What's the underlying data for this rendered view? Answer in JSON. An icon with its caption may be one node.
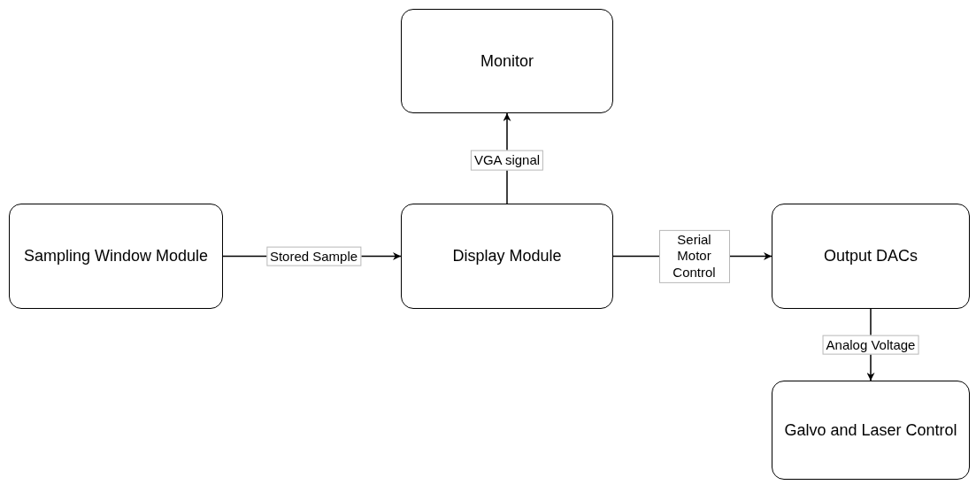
{
  "diagram": {
    "nodes": [
      {
        "text": [
          "Monitor"
        ]
      },
      {
        "text": [
          "Sampling Window Module"
        ]
      },
      {
        "text": [
          "Display Module"
        ]
      },
      {
        "text": [
          "Output DACs"
        ]
      },
      {
        "text": [
          "Galvo and Laser Control"
        ]
      }
    ],
    "edges": [
      {
        "from": 1,
        "to": 2,
        "arrow": "to",
        "label": "Stored Sample"
      },
      {
        "from": 2,
        "to": 0,
        "arrow": "to",
        "label": "VGA signal"
      },
      {
        "from": 2,
        "to": 3,
        "arrow": "to",
        "label": "Serial Motor Control"
      },
      {
        "from": 3,
        "to": 4,
        "arrow": "to",
        "label": "Analog Voltage"
      }
    ]
  }
}
